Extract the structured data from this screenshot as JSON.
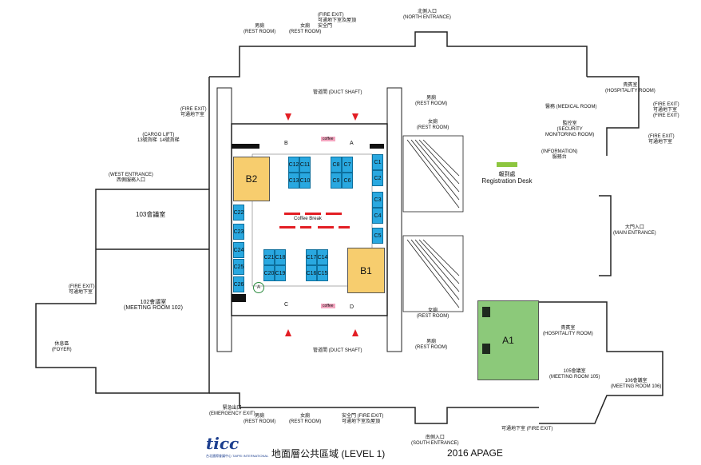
{
  "map": {
    "title": "地面層公共區域 (LEVEL 1)",
    "event": "2016 APAGE",
    "logo": "ticc",
    "logo_sub": "台北國際會議中心 TAIPEI INTERNATIONAL",
    "colors": {
      "booth_blue": "#29a8e0",
      "booth_yellow": "#f7cd6e",
      "booth_green": "#8cc97a",
      "arrow_red": "#e31e24",
      "registration_green": "#8dc63f"
    },
    "booths": {
      "small": [
        "C1",
        "C2",
        "C3",
        "C4",
        "C5",
        "C6",
        "C7",
        "C8",
        "C9",
        "C10",
        "C11",
        "C12",
        "C13",
        "C14",
        "C15",
        "C16",
        "C17",
        "C18",
        "C19",
        "C20",
        "C21",
        "C22",
        "C23",
        "C24",
        "C25",
        "C26"
      ],
      "large": {
        "b1": "B1",
        "b2": "B2",
        "a1": "A1"
      }
    },
    "hall_letters": {
      "a": "A",
      "b": "B",
      "c": "C",
      "d": "D",
      "circle_a": "A"
    },
    "coffee": "coffee",
    "coffee_break": "Coffee Break",
    "registration": {
      "zh": "報到處",
      "en": "Registration Desk"
    },
    "rooms": {
      "r103": "103會議室",
      "r102": "102會議室\n(MEETING ROOM 102)",
      "r105": "105會議室\n(MEETING ROOM 105)",
      "r106": "106會議室\n(MEETING ROOM 106)",
      "foyer": "休息區\n(FOYER)",
      "duct_top": "管道間 (DUCT SHAFT)",
      "duct_bottom": "管道間 (DUCT SHAFT)",
      "restroom_male": "男廁\n(REST ROOM)",
      "restroom_female": "女廁\n(REST ROOM)",
      "restroom_r1": "男廁\n(REST ROOM)",
      "restroom_r2": "女廁\n(REST ROOM)",
      "restroom_r3": "女廁\n(REST ROOM)",
      "restroom_r4": "男廁\n(REST ROOM)",
      "restroom_b1": "男廁\n(REST ROOM)",
      "restroom_b2": "女廁\n(REST ROOM)",
      "hospitality_top": "貴賓室\n(HOSPITALITY ROOM)",
      "hospitality_a1": "貴賓室\n(HOSPITALITY ROOM)",
      "medical": "醫務 (MEDICAL ROOM)",
      "security": "監控室\n(SECURITY\nMONITORING ROOM)",
      "information": "(INFORMATION)\n服務台",
      "north_entrance": "北側入口\n(NORTH ENTRANCE)",
      "south_entrance": "南側入口\n(SOUTH ENTRANCE)",
      "main_entrance": "大門入口\n(MAIN ENTRANCE)",
      "west_entrance": "(WEST ENTRANCE)\n西側服務入口",
      "cargo_lift": "(CARGO LIFT)\n13號貨梯  14號貨梯",
      "emergency_exit": "緊急出口\n(EMERGENCY EXIT)",
      "fire_exit_1": "(FIRE EXIT)\n可通地下室及屋頂\n安全門",
      "fire_exit_2": "(FIRE EXIT)\n可通地下室\n(FIRE EXIT)",
      "fire_exit_3": "(FIRE EXIT)\n可通地下室",
      "fire_exit_4": "(FIRE EXIT)\n可通地下室",
      "fire_exit_5": "(FIRE EXIT)\n可通地下室",
      "fire_exit_6": "安全門 (FIRE EXIT)\n可通地下室及屋頂",
      "fire_exit_7": "可通地下室 (FIRE EXIT)"
    }
  }
}
